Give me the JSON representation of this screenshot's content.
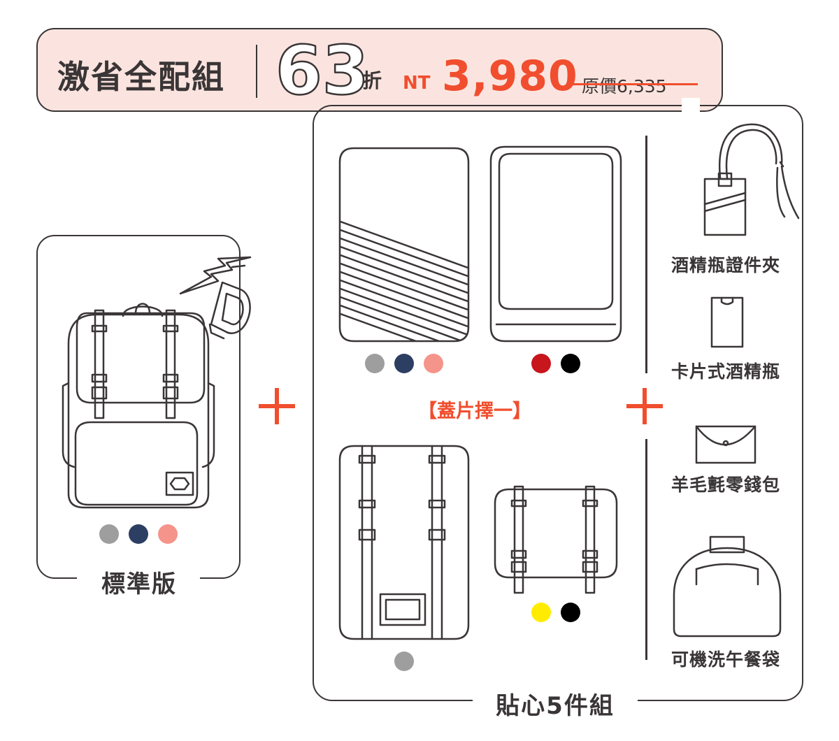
{
  "banner": {
    "title": "激省全配組",
    "discount": "63",
    "discount_unit": "折",
    "currency": "NT",
    "price": "3,980",
    "original_price": "原價6,335"
  },
  "left_card": {
    "label": "標準版",
    "swatches": [
      "#9e9e9e",
      "#2d3e63",
      "#f5948a"
    ]
  },
  "right_card": {
    "label": "貼心5件組",
    "choose_label": "【蓋片擇一】",
    "flap_striped_swatches": [
      "#9e9e9e",
      "#2d3e63",
      "#f5948a"
    ],
    "flap_plain_swatches": [
      "#c8161d",
      "#000000"
    ],
    "body_swatches": [
      "#9e9e9e"
    ],
    "flap_strap_swatches": [
      "#ffec00",
      "#000000"
    ],
    "accessories": [
      {
        "label": "酒精瓶證件夾",
        "icon": "id-card-holder-icon"
      },
      {
        "label": "卡片式酒精瓶",
        "icon": "card-sanitizer-icon"
      },
      {
        "label": "羊毛氈零錢包",
        "icon": "felt-coin-purse-icon"
      },
      {
        "label": "可機洗午餐袋",
        "icon": "lunch-bag-icon"
      }
    ]
  },
  "colors": {
    "accent": "#f04e2e",
    "banner_bg": "#fbe4df",
    "line": "#3a3536"
  }
}
